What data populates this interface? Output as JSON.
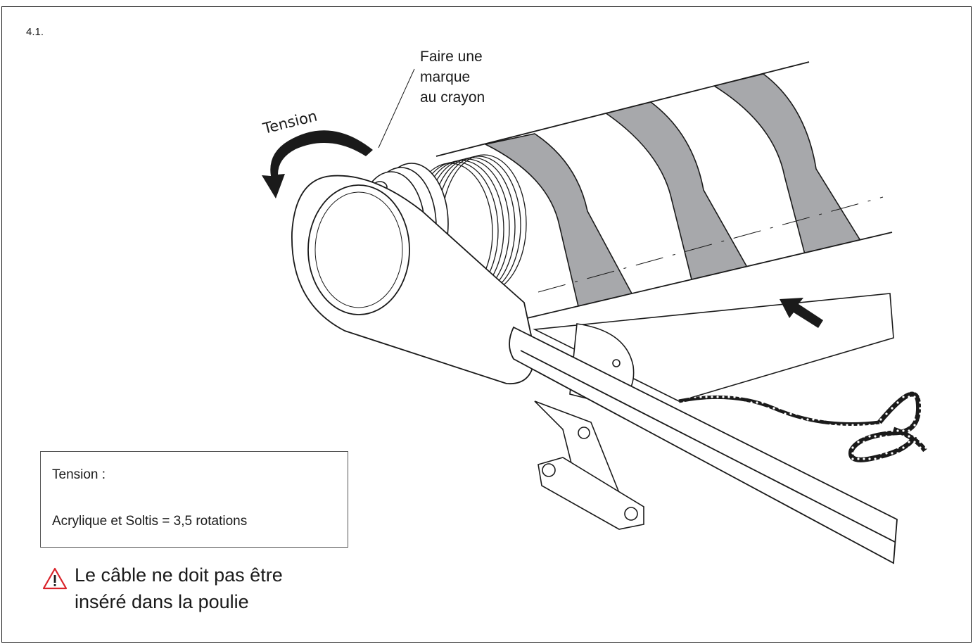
{
  "page": {
    "step_number": "4.1."
  },
  "callout": {
    "line1": "Faire une",
    "line2": "marque",
    "line3": "au crayon"
  },
  "rotation_label": "Tension",
  "tension_box": {
    "title": "Tension :",
    "value": "Acrylique et Soltis  =  3,5 rotations"
  },
  "warning": {
    "icon": "warning-triangle-icon",
    "line1": "Le câble ne doit pas être",
    "line2": "inséré dans la poulie",
    "color": "#d9232a"
  },
  "colors": {
    "fabric_stripe": "#a7a8ab",
    "line": "#1a1a1a"
  }
}
